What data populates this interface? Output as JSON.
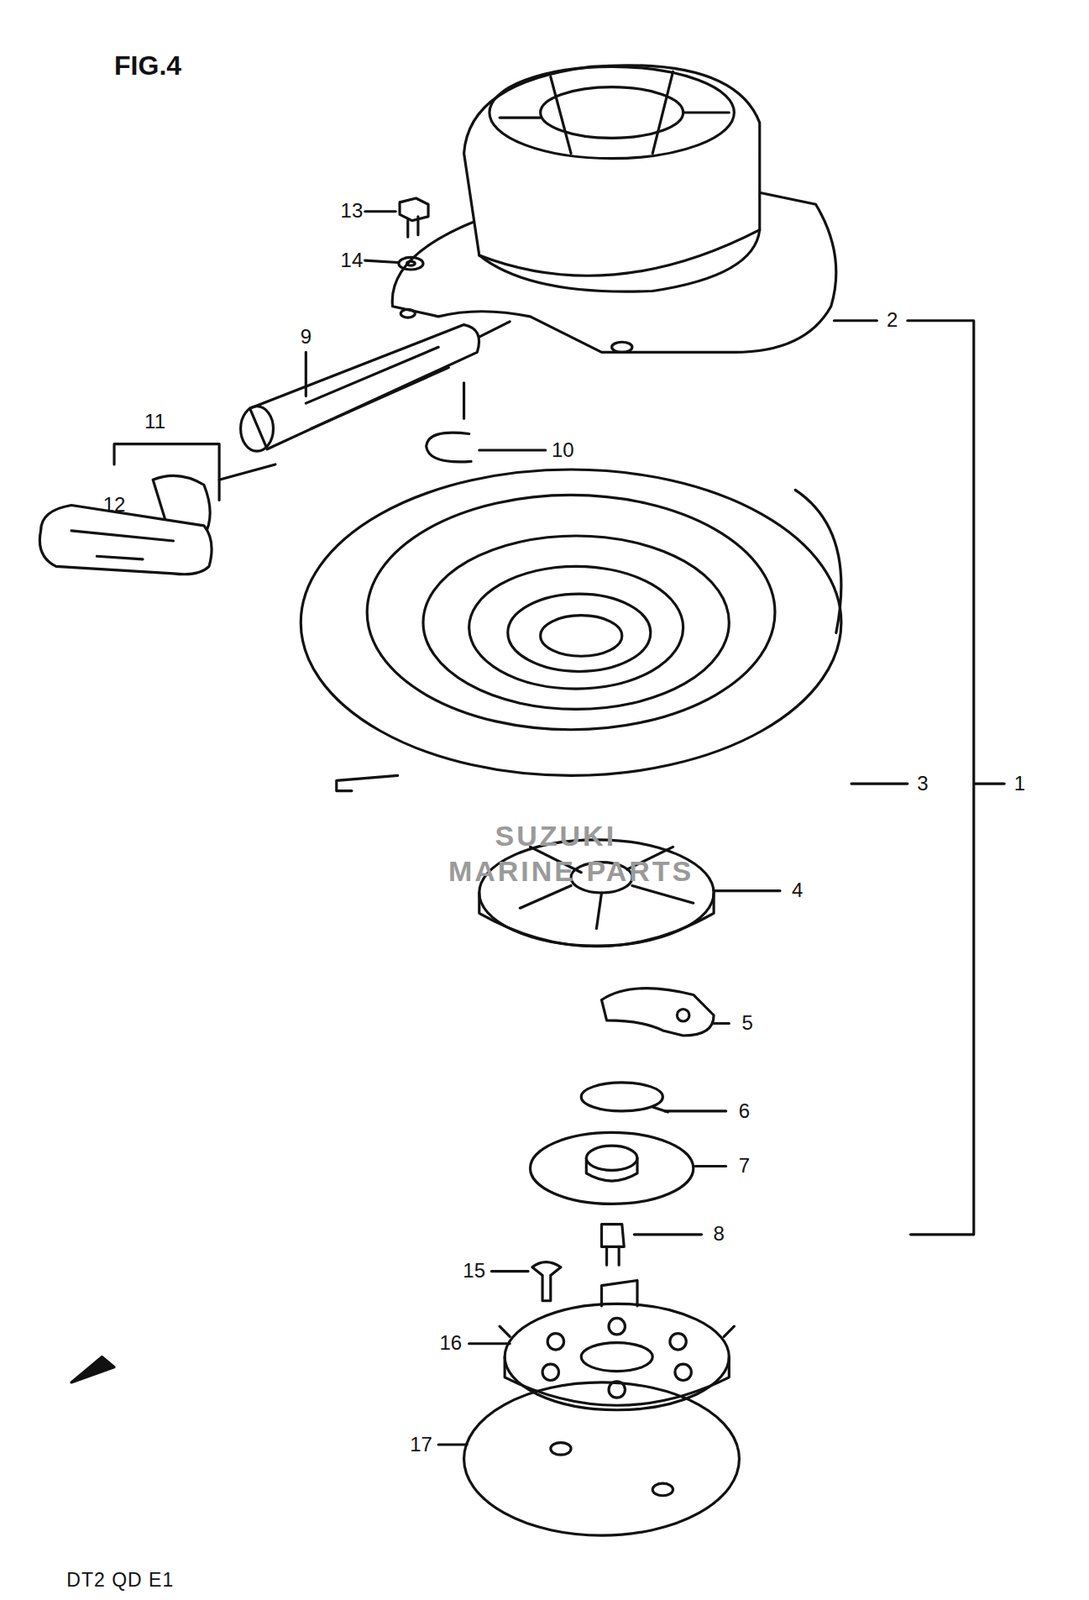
{
  "diagram": {
    "title": "FIG.4",
    "caption": "DT2 QD E1",
    "labels": [
      "13",
      "14",
      "9",
      "2",
      "11",
      "12",
      "10",
      "3",
      "1",
      "4",
      "5",
      "6",
      "7",
      "8",
      "15",
      "16",
      "17",
      "SUZUKI",
      "MARINE PARTS"
    ]
  }
}
